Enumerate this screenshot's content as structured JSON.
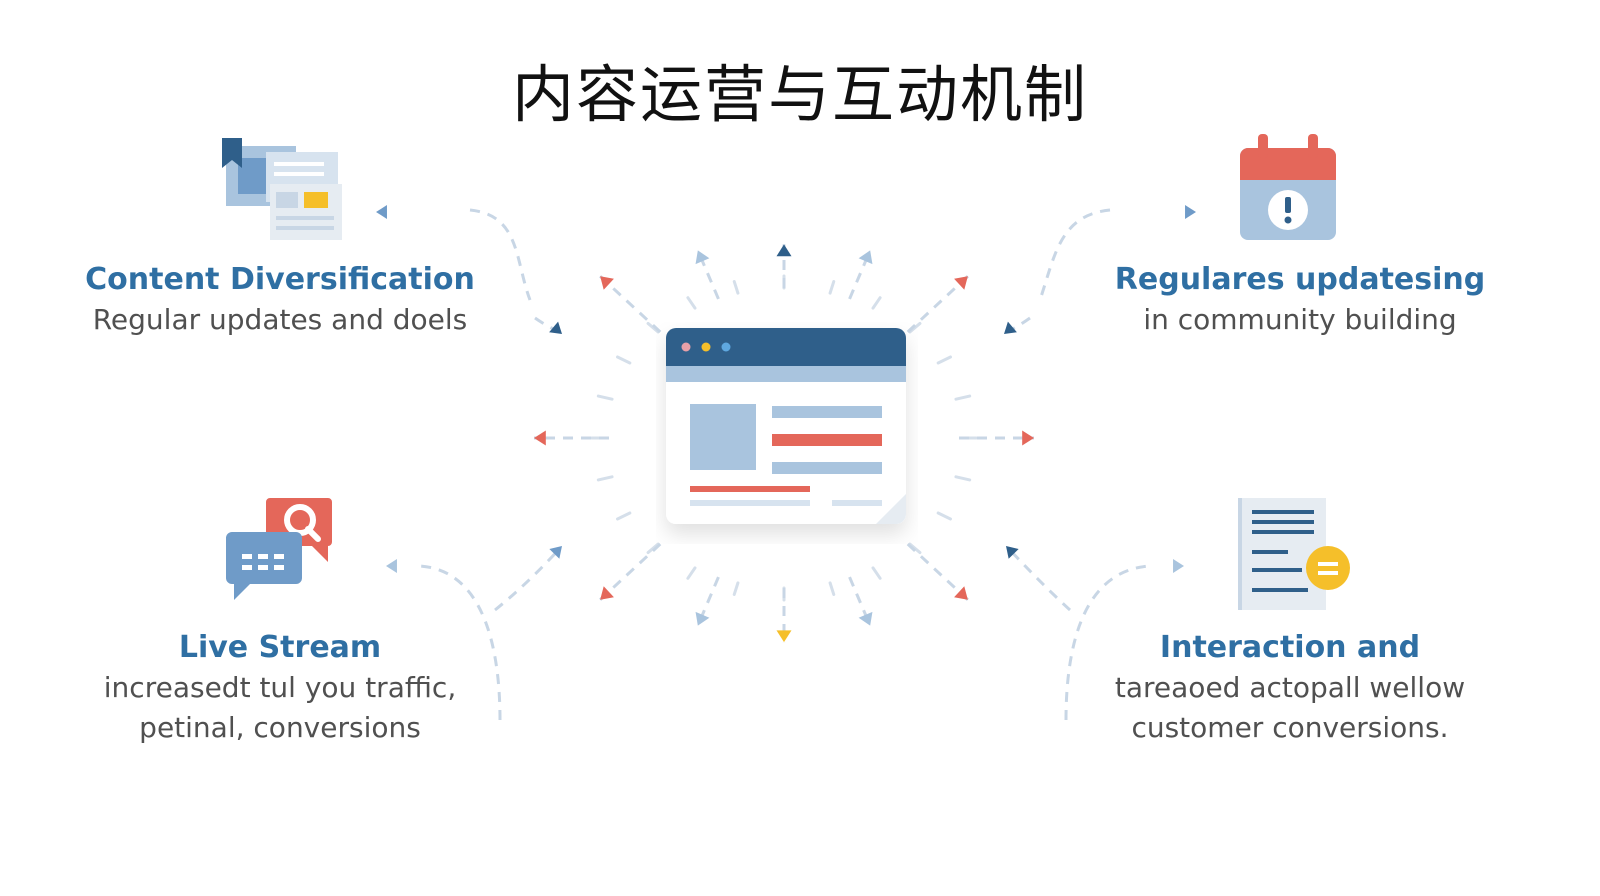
{
  "title": "内容运营与互动机制",
  "palette": {
    "blue_dark": "#2f5f8a",
    "blue_mid": "#6f9bc8",
    "blue_light": "#a9c4de",
    "red": "#e4675a",
    "yellow": "#f5bf2a",
    "heading_blue": "#2f6fa3",
    "text_gray": "#505050"
  },
  "center": {
    "icon": "browser-window-icon"
  },
  "blocks": [
    {
      "id": "content-diversification",
      "icon": "content-documents-icon",
      "heading": "Content Diversification",
      "lines": [
        "Regular updates and doels"
      ]
    },
    {
      "id": "regular-updates",
      "icon": "calendar-alert-icon",
      "heading": "Regulares updatesing",
      "lines": [
        "in community building"
      ]
    },
    {
      "id": "live-stream",
      "icon": "chat-search-icon",
      "heading": "Live Stream",
      "lines": [
        "increasedt tul you traffic,",
        "petinal, conversions"
      ]
    },
    {
      "id": "interaction",
      "icon": "document-coin-icon",
      "heading": "Interaction and",
      "lines": [
        "tareaoed actopall wellow",
        "customer conversions."
      ]
    }
  ]
}
